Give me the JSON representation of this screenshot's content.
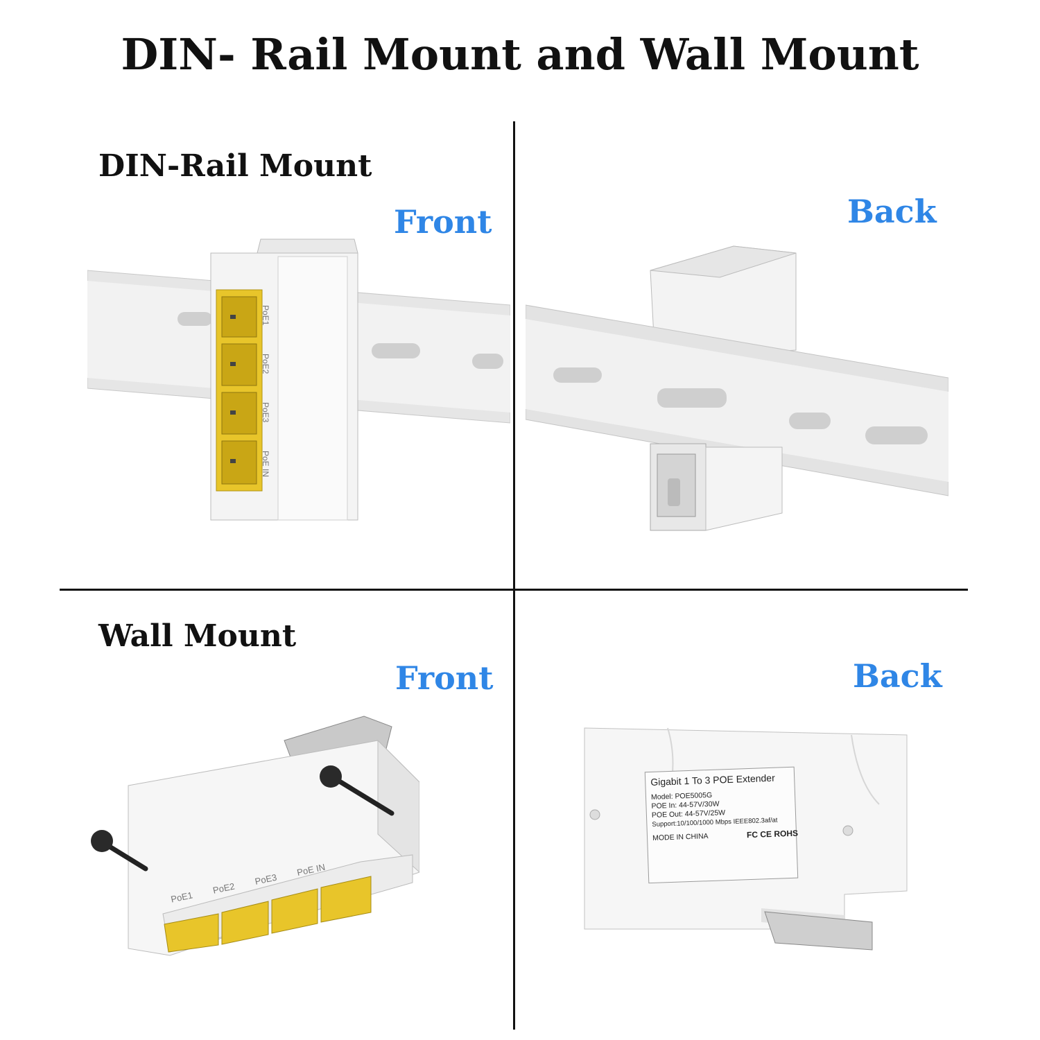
{
  "title": "DIN- Rail Mount and Wall Mount",
  "sections": {
    "din_rail": {
      "heading": "DIN-Rail Mount",
      "front_label": "Front",
      "back_label": "Back"
    },
    "wall": {
      "heading": "Wall Mount",
      "front_label": "Front",
      "back_label": "Back"
    }
  },
  "port_labels": [
    "PoE1",
    "PoE2",
    "PoE3",
    "PoE IN"
  ],
  "product_label": {
    "heading": "Gigabit 1 To 3 POE Extender",
    "lines": [
      "Model: POE5005G",
      "POE In: 44-57V/30W",
      "POE Out: 44-57V/25W",
      "Support:10/100/1000 Mbps IEEE802.3af/at",
      "MODE IN CHINA"
    ],
    "marks": "FC CE ROHS"
  },
  "colors": {
    "accent_blue": "#2f86e6",
    "port_yellow": "#e8c52a",
    "rail_grey": "#dcdcdc"
  }
}
